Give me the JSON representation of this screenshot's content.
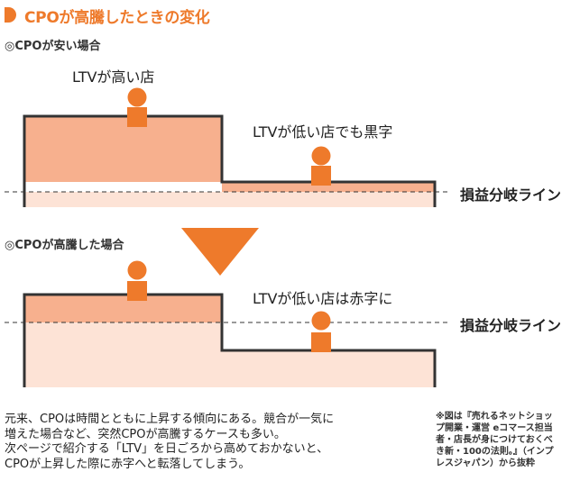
{
  "header": {
    "title": "CPOが高騰したときの変化"
  },
  "section1": {
    "label": "◎CPOが安い場合",
    "high_ltv_label": "LTVが高い店",
    "low_ltv_label": "LTVが低い店でも黒字",
    "breakeven_label": "損益分岐ライン"
  },
  "section2": {
    "label": "◎CPOが高騰した場合",
    "low_ltv_label": "LTVが低い店は赤字に",
    "breakeven_label": "損益分岐ライン"
  },
  "body": {
    "lines": [
      "元来、CPOは時間とともに上昇する傾向にある。競合が一気に",
      "増えた場合など、突然CPOが高騰するケースも多い。",
      "次ページで紹介する「LTV」を日ごろから高めておかないと、",
      "CPOが上昇した際に赤字へと転落してしまう。"
    ]
  },
  "note": {
    "lines": [
      "※図は『売れるネットショッ",
      "プ開業・運営 eコマース担当",
      "者・店長が身につけておくべ",
      "き新・100の法則。』（インプ",
      "レスジャパン）から抜粋"
    ]
  },
  "colors": {
    "accent": "#ee7a2b",
    "profit_fill": "#f7b08e",
    "cost_fill": "#fde3d6",
    "outline": "#333333"
  }
}
